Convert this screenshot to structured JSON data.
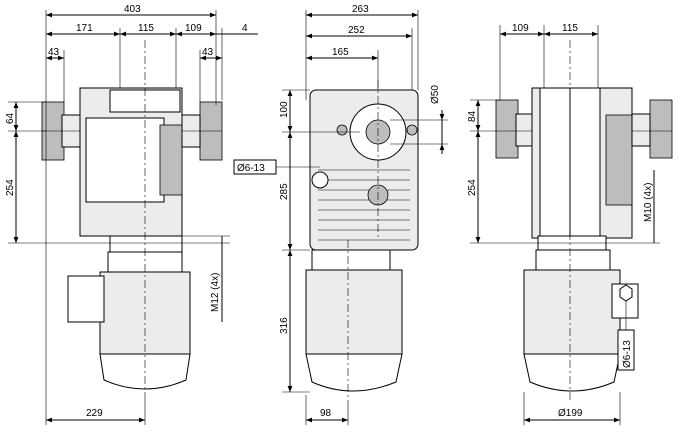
{
  "views": {
    "left": {
      "overall_width": "403",
      "seg_a": "171",
      "seg_b": "115",
      "seg_c": "109",
      "seg_d": "4",
      "flange_left": "43",
      "flange_right": "43",
      "height_top": "64",
      "height_mid": "254",
      "thread_label": "M12 (4x)",
      "bottom_width": "229"
    },
    "middle": {
      "overall_width": "263",
      "width_inner": "252",
      "width_shaft": "165",
      "shaft_dia": "Ø50",
      "height_top": "100",
      "height_mid": "285",
      "height_motor": "316",
      "hole_label": "Ø6-13",
      "bottom_width": "98"
    },
    "right": {
      "seg_a": "109",
      "seg_b": "115",
      "height_top": "84",
      "height_mid": "254",
      "thread_label": "M10 (4x)",
      "hole_label": "Ø6-13",
      "bottom_dia": "Ø199"
    }
  },
  "colors": {
    "line": "#000000",
    "body": "#ececec",
    "dark": "#bdbdbd"
  }
}
